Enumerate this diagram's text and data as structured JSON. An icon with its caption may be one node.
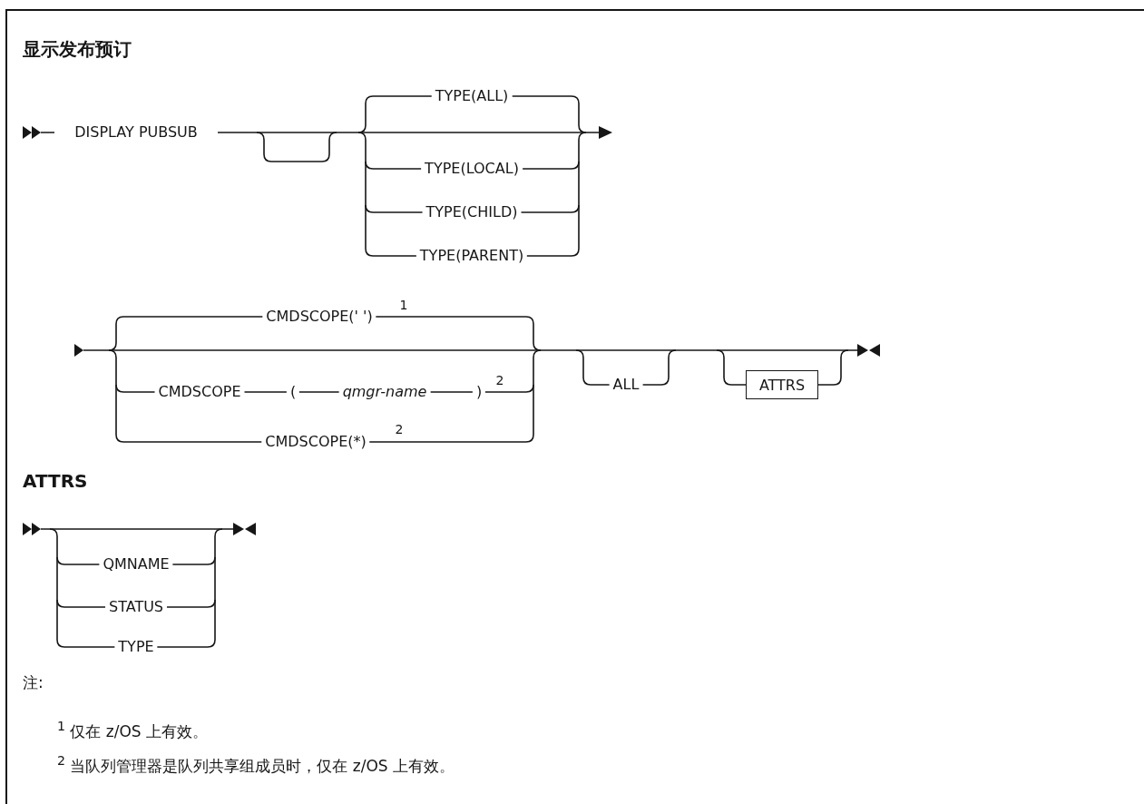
{
  "diagram": {
    "title": "显示发布预订",
    "nodes": [
      {
        "text": [
          "ATTRS"
        ]
      }
    ],
    "edges": [],
    "labels": [
      "DISPLAY PUBSUB",
      "TYPE(ALL)",
      "TYPE(LOCAL)",
      "TYPE(CHILD)",
      "TYPE(PARENT)",
      "CMDSCOPE(' ')",
      "1",
      "CMDSCOPE",
      "(",
      "qmgr-name",
      ")",
      "2",
      "CMDSCOPE(*)",
      "2",
      "ALL",
      "ATTRS",
      "QMNAME",
      "STATUS",
      "TYPE",
      "注:",
      "$^{1}$ 仅在 z/OS 上有效。",
      "$^{2}$ 当队列管理器是队列共享组成员时，仅在 z/OS 上有效。"
    ]
  }
}
